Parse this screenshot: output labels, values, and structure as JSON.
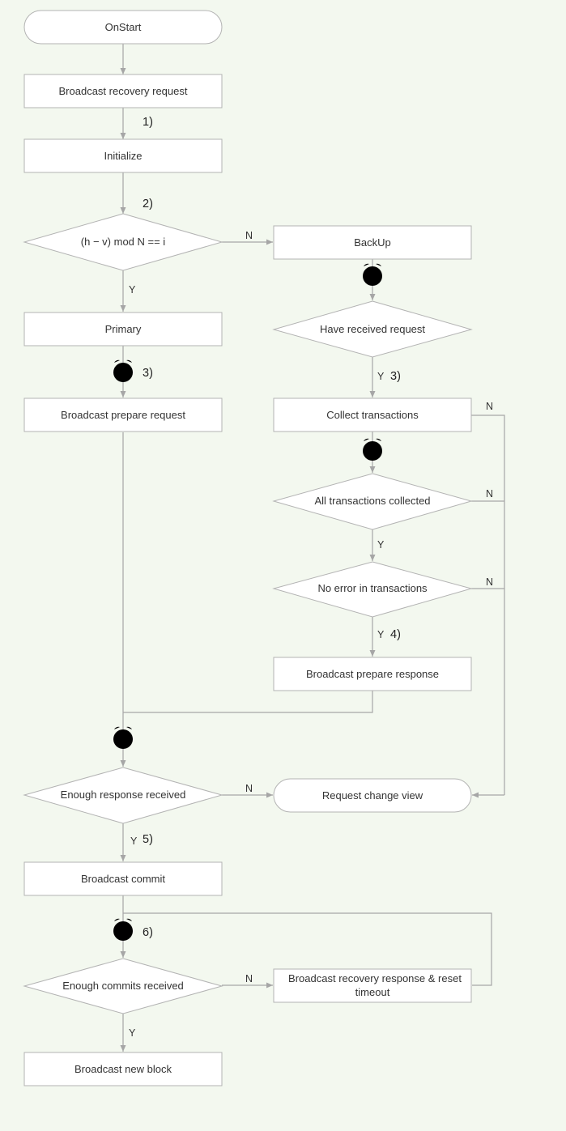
{
  "nodes": {
    "onstart": "OnStart",
    "broadcast_recovery_request": "Broadcast recovery request",
    "initialize": "Initialize",
    "primary_check": "(h − v) mod N == i",
    "backup": "BackUp",
    "primary": "Primary",
    "have_received_request": "Have received request",
    "broadcast_prepare_request": "Broadcast prepare request",
    "collect_transactions": "Collect transactions",
    "all_transactions_collected": "All transactions collected",
    "no_error_in_transactions": "No error in transactions",
    "broadcast_prepare_response": "Broadcast prepare response",
    "enough_response_received": "Enough response received",
    "request_change_view": "Request change view",
    "broadcast_commit": "Broadcast commit",
    "enough_commits_received": "Enough commits received",
    "broadcast_recovery_response_line1": "Broadcast recovery response & reset",
    "broadcast_recovery_response_line2": "timeout",
    "broadcast_new_block": "Broadcast new block"
  },
  "edge_labels": {
    "yes": "Y",
    "no": "N"
  },
  "steps": {
    "s1": "1)",
    "s2": "2)",
    "s3": "3)",
    "s4": "4)",
    "s5": "5)",
    "s6": "6)"
  },
  "icons": {
    "timer": "alarm-clock-icon"
  },
  "colors": {
    "background": "#f3f8ef",
    "node_fill": "#ffffff",
    "node_stroke": "#b3b3b3",
    "edge": "#a6a6a6",
    "timer_icon": "#27a05a"
  }
}
